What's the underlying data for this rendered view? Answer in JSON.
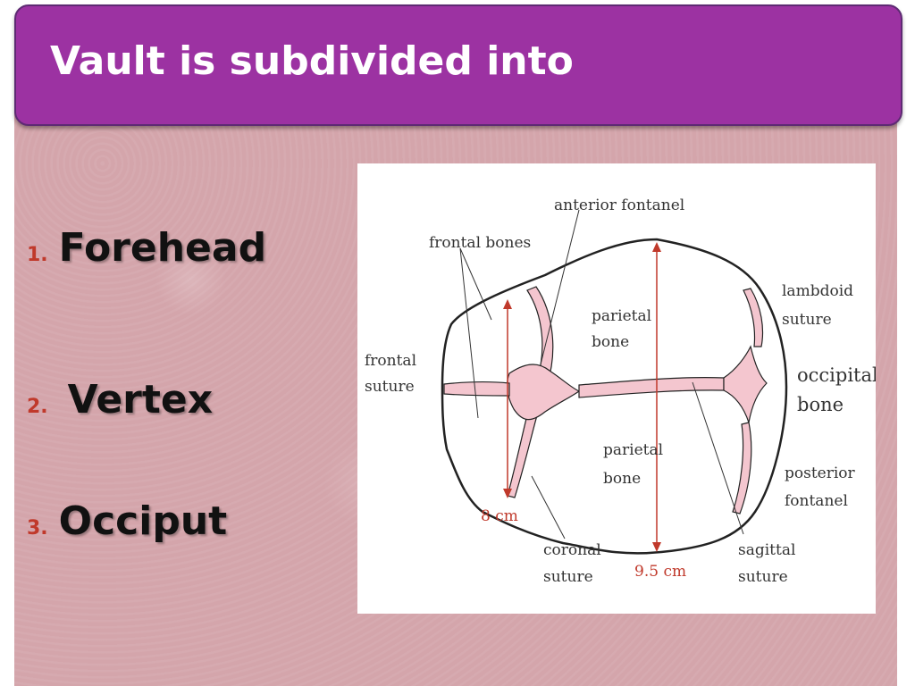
{
  "title": "Vault is subdivided into",
  "list": [
    {
      "number": "1.",
      "label": "Forehead"
    },
    {
      "number": "2.",
      "label": "Vertex"
    },
    {
      "number": "3.",
      "label": "Occiput"
    }
  ],
  "diagram": {
    "labels": {
      "anterior_fontanel": "anterior fontanel",
      "frontal_bones": "frontal bones",
      "lambdoid_1": "lambdoid",
      "lambdoid_2": "suture",
      "parietal_top_1": "parietal",
      "parietal_top_2": "bone",
      "frontal_suture_1": "frontal",
      "frontal_suture_2": "suture",
      "occipital_1": "occipital",
      "occipital_2": "bone",
      "parietal_bottom_1": "parietal",
      "parietal_bottom_2": "bone",
      "posterior_1": "posterior",
      "posterior_2": "fontanel",
      "measure_8": "8 cm",
      "coronal_1": "coronal",
      "coronal_2": "suture",
      "measure_95": "9.5 cm",
      "sagittal_1": "sagittal",
      "sagittal_2": "suture"
    },
    "colors": {
      "suture_fill": "#f4c6cf",
      "outline": "#222222",
      "measure": "#c0392b"
    }
  }
}
